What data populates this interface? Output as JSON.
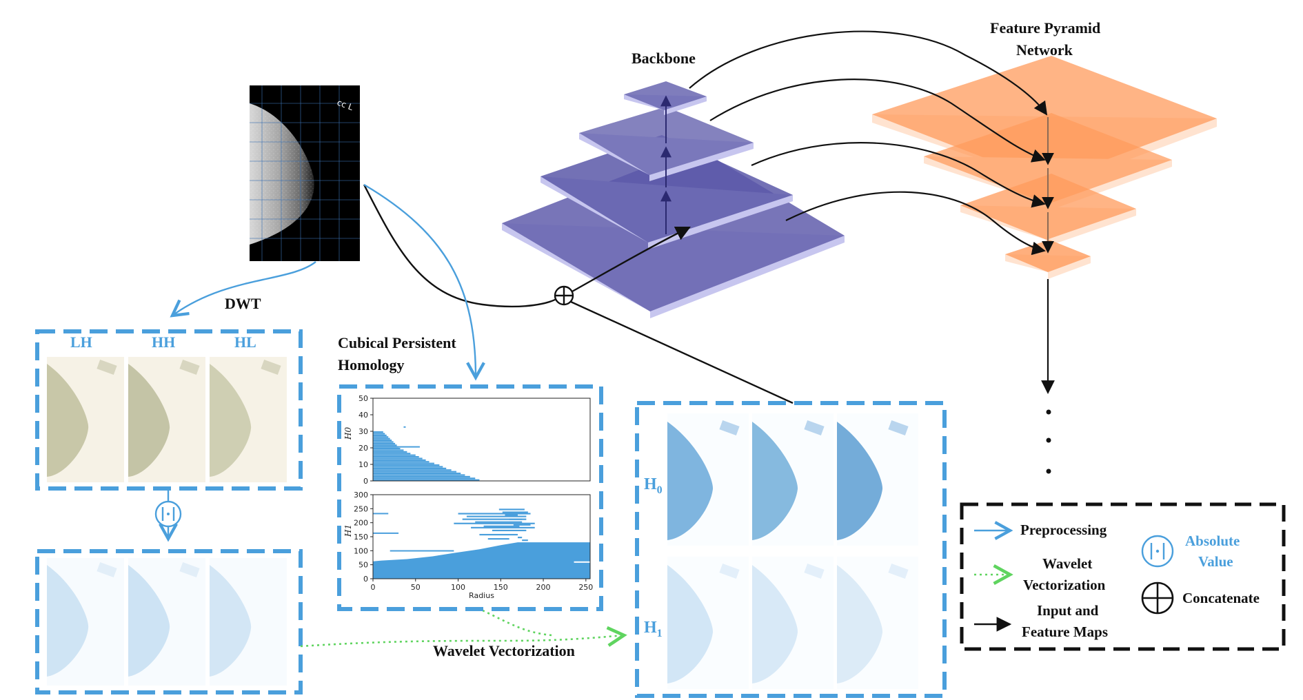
{
  "labels": {
    "backbone": "Backbone",
    "fpn_line1": "Feature Pyramid",
    "fpn_line2": "Network",
    "dwt": "DWT",
    "cph_line1": "Cubical Persistent",
    "cph_line2": "Homology",
    "wavelet_vectorization": "Wavelet Vectorization",
    "subbands": [
      "LH",
      "HH",
      "HL"
    ],
    "h0": "H",
    "h0_sub": "0",
    "h1": "H",
    "h1_sub": "1",
    "mammo_tag": "cc L"
  },
  "legend": {
    "preprocessing": "Preprocessing",
    "wavelet_line1": "Wavelet",
    "wavelet_line2": "Vectorization",
    "input_line1": "Input and",
    "input_line2": "Feature Maps",
    "absolute_line1": "Absolute",
    "absolute_line2": "Value",
    "concatenate": "Concatenate"
  },
  "colors": {
    "blue": "#4a9fdc",
    "green": "#5fd45f",
    "purple": "#6a66b0",
    "orange": "#ffac77",
    "black": "#111111"
  },
  "chart_data": [
    {
      "type": "bar",
      "orientation": "horizontal",
      "ylabel": "H0",
      "xlim": [
        0,
        255
      ],
      "ylim": [
        0,
        50
      ],
      "yticks": [
        "0",
        "10",
        "20",
        "30",
        "40",
        "50"
      ],
      "note_values": [
        [
          0,
          125
        ],
        [
          1,
          120
        ],
        [
          2,
          114
        ],
        [
          3,
          108
        ],
        [
          4,
          103
        ],
        [
          5,
          98
        ],
        [
          6,
          92
        ],
        [
          7,
          86
        ],
        [
          8,
          82
        ],
        [
          9,
          78
        ],
        [
          10,
          72
        ],
        [
          11,
          66
        ],
        [
          12,
          62
        ],
        [
          13,
          58
        ],
        [
          14,
          54
        ],
        [
          15,
          50
        ],
        [
          16,
          44
        ],
        [
          17,
          40
        ],
        [
          18,
          36
        ],
        [
          19,
          32
        ],
        [
          20,
          30
        ],
        [
          21,
          28
        ],
        [
          22,
          26
        ],
        [
          23,
          24
        ],
        [
          24,
          22
        ],
        [
          25,
          20
        ],
        [
          26,
          18
        ],
        [
          27,
          16
        ],
        [
          28,
          14
        ],
        [
          29,
          12
        ]
      ]
    },
    {
      "type": "bar",
      "orientation": "horizontal",
      "xlabel": "Radius",
      "ylabel": "H1",
      "xlim": [
        0,
        255
      ],
      "ylim": [
        0,
        300
      ],
      "xticks": [
        "0",
        "50",
        "100",
        "150",
        "200",
        "250"
      ],
      "yticks": [
        "0",
        "50",
        "100",
        "150",
        "200",
        "250",
        "300"
      ]
    }
  ]
}
